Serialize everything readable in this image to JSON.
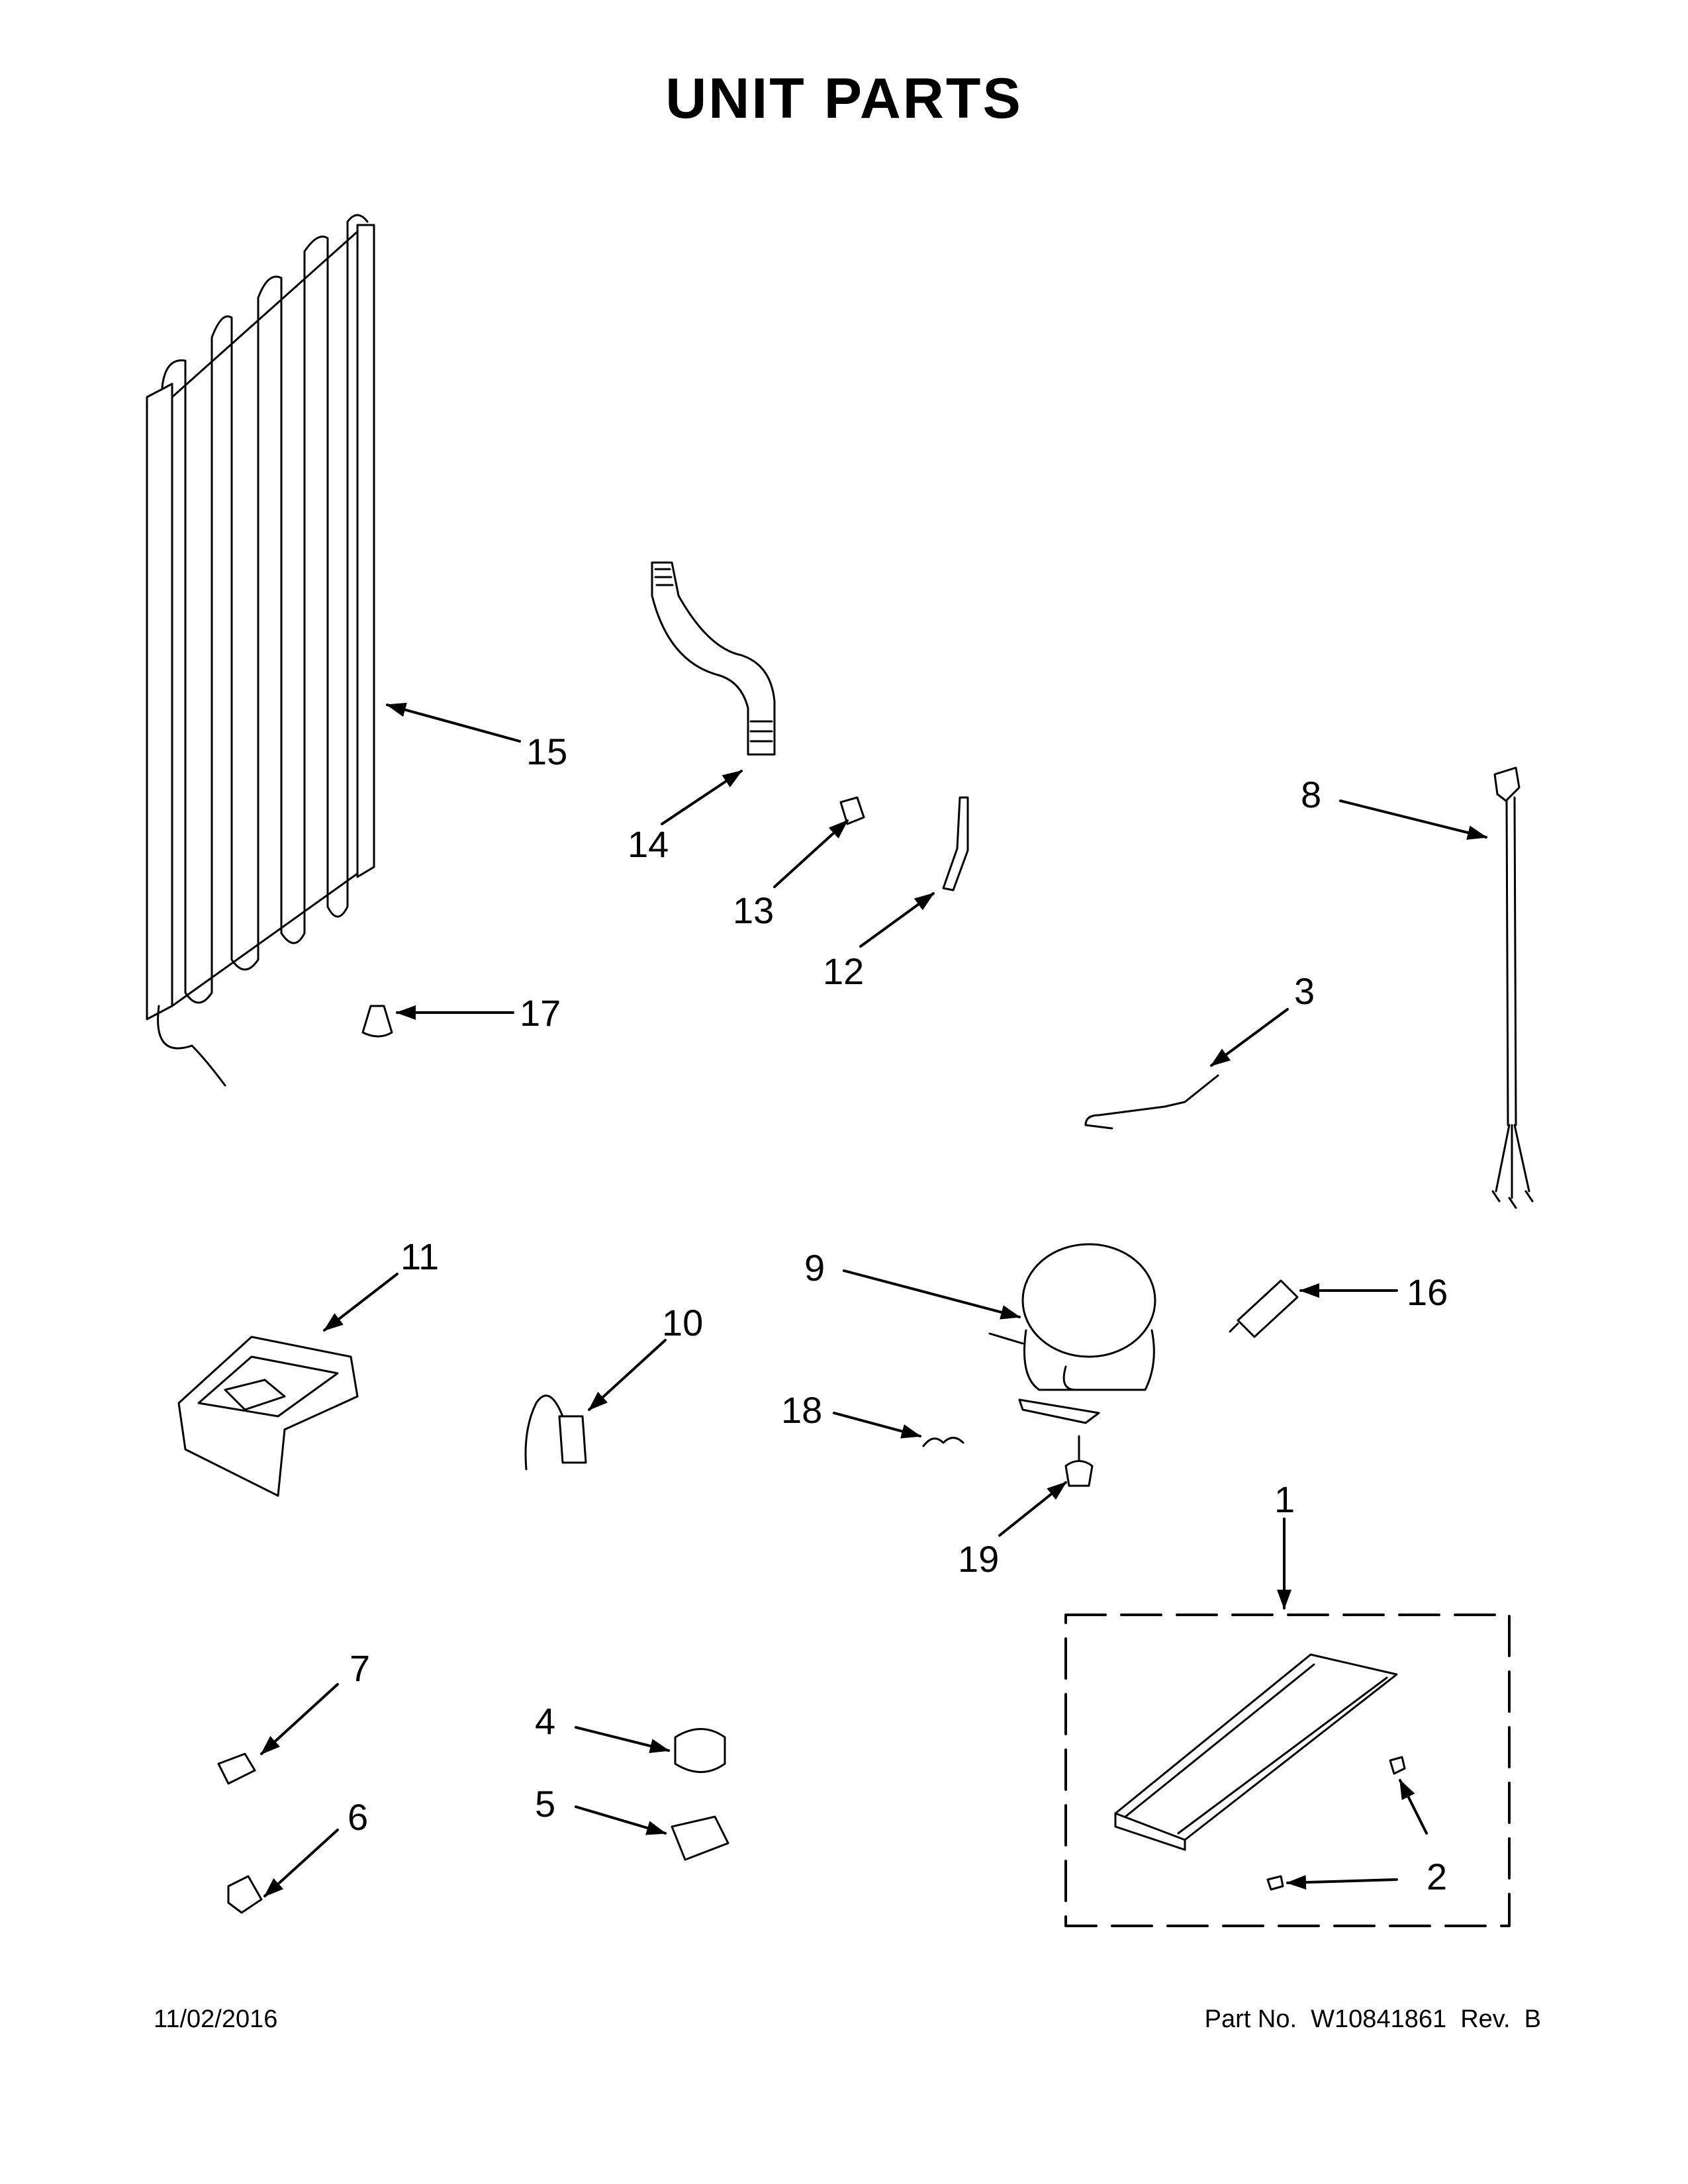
{
  "title": "UNIT PARTS",
  "footer": {
    "date": "11/02/2016",
    "part_number": "Part No.  W10841861  Rev.  B"
  },
  "callouts": [
    {
      "key": "15",
      "label": "15"
    },
    {
      "key": "14",
      "label": "14"
    },
    {
      "key": "13",
      "label": "13"
    },
    {
      "key": "12",
      "label": "12"
    },
    {
      "key": "17",
      "label": "17"
    },
    {
      "key": "8",
      "label": "8"
    },
    {
      "key": "3",
      "label": "3"
    },
    {
      "key": "11",
      "label": "11"
    },
    {
      "key": "10",
      "label": "10"
    },
    {
      "key": "9",
      "label": "9"
    },
    {
      "key": "16",
      "label": "16"
    },
    {
      "key": "18",
      "label": "18"
    },
    {
      "key": "19",
      "label": "19"
    },
    {
      "key": "1",
      "label": "1"
    },
    {
      "key": "2",
      "label": "2"
    },
    {
      "key": "7",
      "label": "7"
    },
    {
      "key": "6",
      "label": "6"
    },
    {
      "key": "4",
      "label": "4"
    },
    {
      "key": "5",
      "label": "5"
    }
  ]
}
